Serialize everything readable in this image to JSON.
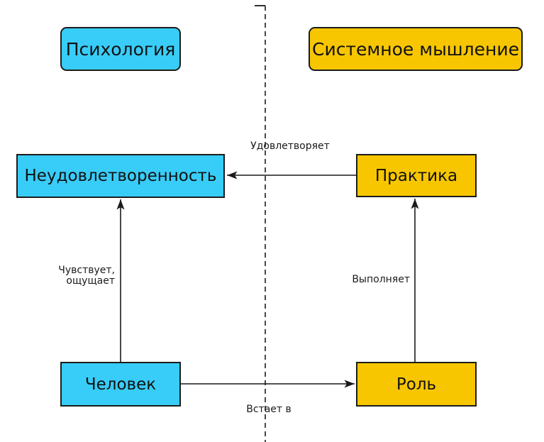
{
  "diagram": {
    "colors": {
      "psychology_fill": "#38CDF8",
      "systems_fill": "#F7C600",
      "line": "#1A1A1A",
      "background": "#FFFFFF"
    },
    "domains": [
      {
        "id": "psychology",
        "label": "Психология",
        "color": "#38CDF8",
        "shape": "rounded"
      },
      {
        "id": "systems_thinking",
        "label": "Системное мышление",
        "color": "#F7C600",
        "shape": "rounded"
      }
    ],
    "nodes": [
      {
        "id": "dissatisfaction",
        "label": "Неудовлетворенность",
        "color": "#38CDF8"
      },
      {
        "id": "practice",
        "label": "Практика",
        "color": "#F7C600"
      },
      {
        "id": "person",
        "label": "Человек",
        "color": "#38CDF8"
      },
      {
        "id": "role",
        "label": "Роль",
        "color": "#F7C600"
      }
    ],
    "edges": [
      {
        "id": "satisfies",
        "label": "Удовлетворяет",
        "from": "Практика",
        "to": "Неудовлетворенность"
      },
      {
        "id": "feels",
        "label": "Чувствует,\nощущает",
        "from": "Человек",
        "to": "Неудовлетворенность"
      },
      {
        "id": "performs",
        "label": "Выполняет",
        "from": "Роль",
        "to": "Практика"
      },
      {
        "id": "steps_into",
        "label": "Встает в",
        "from": "Человек",
        "to": "Роль"
      }
    ],
    "divider": {
      "style": "dashed-vertical"
    }
  }
}
